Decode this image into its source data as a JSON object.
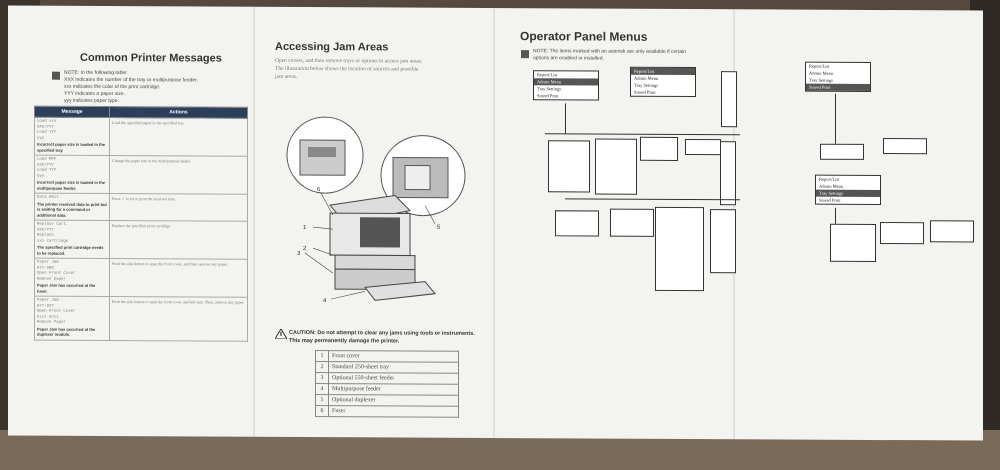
{
  "panel1": {
    "title": "Common Printer Messages",
    "note": [
      "NOTE: In the following table:",
      "XXX indicates the number of the tray or multipurpose feeder.",
      "xxx indicates the color of the print cartridge.",
      "YYY indicates a paper size.",
      "yyy indicates paper type."
    ],
    "headers": [
      "Message",
      "Actions"
    ],
    "rows": [
      {
        "mono": [
          "Load xxx",
          "XXX/YYY",
          "Load YYY",
          "yyy"
        ],
        "bold": "Incorrect paper size is loaded in the specified tray",
        "action": "Load the specified paper in the specified tray."
      },
      {
        "mono": [
          "Load MPF",
          "XXX/YYY",
          "Load YYY",
          "yyy"
        ],
        "bold": "Incorrect paper size is loaded in the multipurpose feeder.",
        "action": "Change the paper size in the multipurpose feeder."
      },
      {
        "mono": [
          "Data Wait"
        ],
        "bold": "The printer received data to print but is waiting for a command or additional data.",
        "action": "Press ✓ to force print the received data."
      },
      {
        "mono": [
          "Replace Cart.",
          "XXX/YYY",
          "Replace",
          "xxx Cartridge"
        ],
        "bold": "The specified print cartridge needs to be replaced.",
        "action": "Replace the specified print cartridge."
      },
      {
        "mono": [
          "Paper Jam",
          "077-900",
          "Open Front Cover",
          "Remove paper"
        ],
        "bold": "Paper Jam has occurred at the fuser.",
        "action": "Push the side button to open the front cover, and then remove any paper."
      },
      {
        "mono": [
          "Paper Jam",
          "077-937",
          "Open Front Cover",
          "Exit Unit",
          "Remove Paper"
        ],
        "bold": "Paper Jam has occurred at the duplexer module.",
        "action": "Push the side button to open the front cover and belt unit. Then, remove any paper."
      }
    ]
  },
  "panel2": {
    "title": "Accessing Jam Areas",
    "body": [
      "Open covers, and then remove trays or options to access jam areas.",
      "The illustration below shows the location of sources and possible",
      "jam areas."
    ],
    "callouts": [
      "1",
      "2",
      "3",
      "4",
      "5",
      "6"
    ],
    "caution": [
      "CAUTION: Do not attempt to clear any jams using tools or instruments.",
      "This may permanently damage the printer."
    ],
    "parts": [
      {
        "n": "1",
        "label": "Front cover"
      },
      {
        "n": "2",
        "label": "Standard 250-sheet tray"
      },
      {
        "n": "3",
        "label": "Optional 550-sheet feeder"
      },
      {
        "n": "4",
        "label": "Multipurpose feeder"
      },
      {
        "n": "5",
        "label": "Optional duplexer"
      },
      {
        "n": "6",
        "label": "Fuser"
      }
    ]
  },
  "panel3": {
    "title": "Operator Panel Menus",
    "note": [
      "NOTE: The items marked with an asterisk are only available if certain",
      "options are enabled or installed."
    ],
    "menu": [
      "Report/List",
      "Admin Menu",
      "Tray Settings",
      "Stored Print"
    ]
  }
}
